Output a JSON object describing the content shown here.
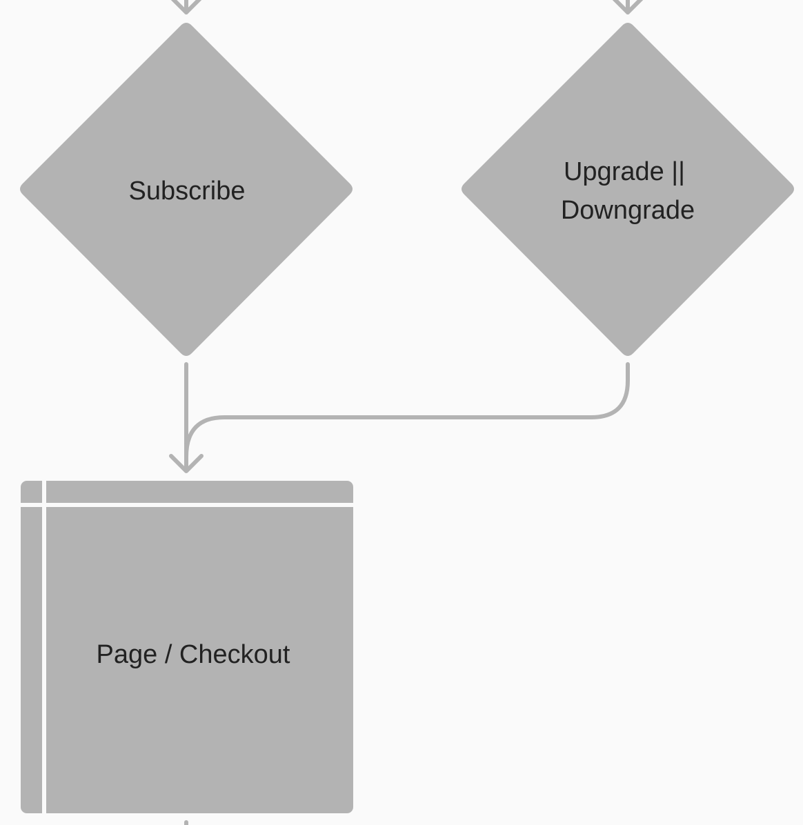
{
  "colors": {
    "background": "#fafafa",
    "shape_fill": "#b3b3b3",
    "connector": "#b3b3b3",
    "text": "#222222"
  },
  "nodes": {
    "subscribe": {
      "shape": "decision-diamond",
      "label": "Subscribe"
    },
    "upgrade_downgrade": {
      "shape": "decision-diamond",
      "label_line1": "Upgrade ||",
      "label_line2": "Downgrade"
    },
    "page_checkout": {
      "shape": "internal-storage",
      "label": "Page / Checkout"
    }
  },
  "edges": [
    {
      "from": "off-canvas-top",
      "to": "subscribe"
    },
    {
      "from": "off-canvas-top",
      "to": "upgrade_downgrade"
    },
    {
      "from": "subscribe",
      "to": "page_checkout"
    },
    {
      "from": "upgrade_downgrade",
      "to": "page_checkout"
    },
    {
      "from": "page_checkout",
      "to": "off-canvas-bottom"
    }
  ]
}
